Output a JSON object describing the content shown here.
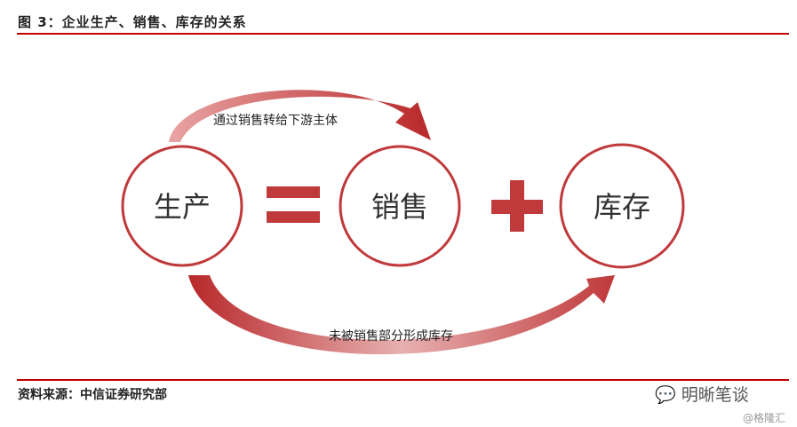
{
  "title": "图 3：企业生产、销售、库存的关系",
  "nodes": {
    "production": "生产",
    "sales": "销售",
    "inventory": "库存"
  },
  "arrows": {
    "top": "通过销售转给下游主体",
    "bottom": "未被销售部分形成库存"
  },
  "source": "资料来源：中信证券研究部",
  "watermark": {
    "account": "明晰笔谈",
    "handle": "@格隆汇"
  },
  "colors": {
    "accent": "#c00000",
    "shape": "#c0393b"
  }
}
